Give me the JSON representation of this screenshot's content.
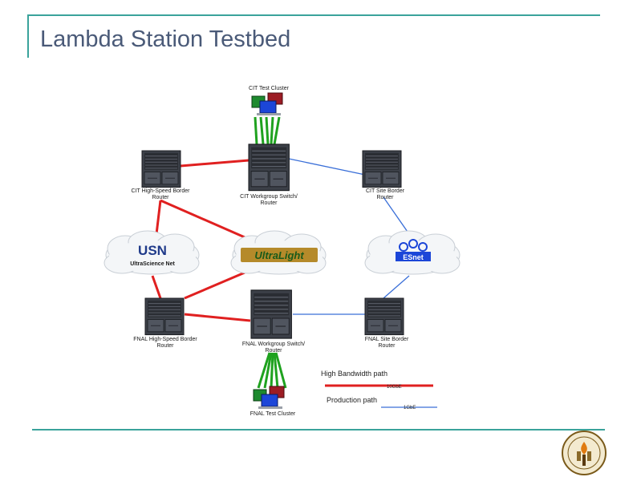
{
  "slide": {
    "title": "Lambda Station Testbed"
  },
  "diagram": {
    "labels": {
      "cit_cluster": "CIT Test Cluster",
      "cit_hs_router_1": "CIT High-Speed Border",
      "cit_hs_router_2": "Router",
      "cit_wg_switch_1": "CIT Workgroup Switch/",
      "cit_wg_switch_2": "Router",
      "cit_site_router_1": "CIT Site Border",
      "cit_site_router_2": "Router",
      "fnal_hs_router_1": "FNAL High-Speed Border",
      "fnal_hs_router_2": "Router",
      "fnal_wg_switch_1": "FNAL Workgroup Switch/",
      "fnal_wg_switch_2": "Router",
      "fnal_site_router_1": "FNAL Site Border",
      "fnal_site_router_2": "Router",
      "fnal_cluster": "FNAL Test Cluster"
    },
    "clouds": {
      "usn_logo": "USN",
      "usn_caption": "UltraScience Net",
      "ultralight": "UltraLight",
      "esnet": "ESnet"
    },
    "legend": {
      "high_bandwidth": "High Bandwidth path",
      "high_bandwidth_speed": "10GbE",
      "production": "Production path",
      "production_speed": "1GbE"
    },
    "colors": {
      "high_bandwidth": "#e02020",
      "production": "#3a6fd8",
      "cluster_links": "#1fa21f"
    }
  }
}
